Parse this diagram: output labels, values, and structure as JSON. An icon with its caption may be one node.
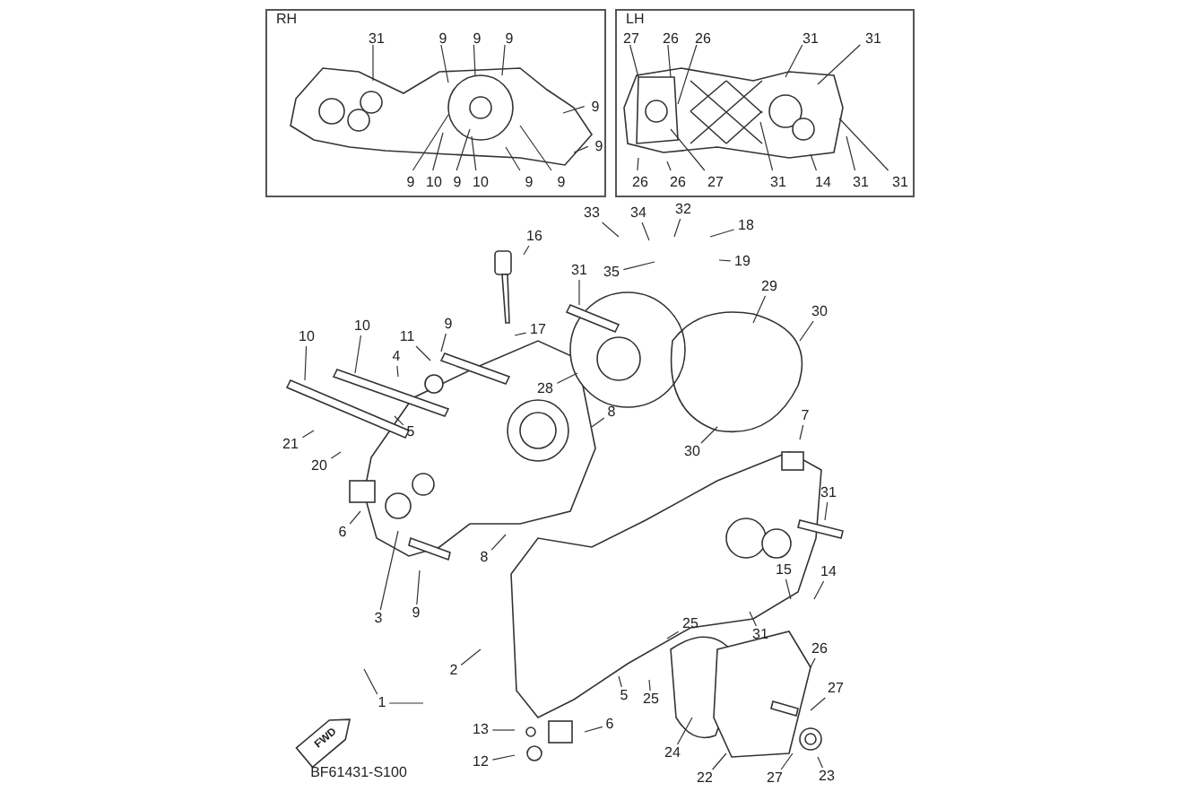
{
  "diagram": {
    "nodes": [
      {
        "text": [
          "RH"
        ]
      },
      {
        "text": [
          "LH"
        ]
      },
      {
        "text": [
          "31"
        ],
        "in": 0
      },
      {
        "text": [
          "9"
        ],
        "in": 0
      },
      {
        "text": [
          "9"
        ],
        "in": 0
      },
      {
        "text": [
          "9"
        ],
        "in": 0
      },
      {
        "text": [
          "9"
        ],
        "in": 0
      },
      {
        "text": [
          "9"
        ],
        "in": 0
      },
      {
        "text": [
          "9"
        ],
        "in": 0
      },
      {
        "text": [
          "10"
        ],
        "in": 0
      },
      {
        "text": [
          "9"
        ],
        "in": 0
      },
      {
        "text": [
          "10"
        ],
        "in": 0
      },
      {
        "text": [
          "9"
        ],
        "in": 0
      },
      {
        "text": [
          "9"
        ],
        "in": 0
      },
      {
        "text": [
          "27"
        ],
        "in": 1
      },
      {
        "text": [
          "26"
        ],
        "in": 1
      },
      {
        "text": [
          "26"
        ],
        "in": 1
      },
      {
        "text": [
          "31"
        ],
        "in": 1
      },
      {
        "text": [
          "31"
        ],
        "in": 1
      },
      {
        "text": [
          "26"
        ],
        "in": 1
      },
      {
        "text": [
          "26"
        ],
        "in": 1
      },
      {
        "text": [
          "27"
        ],
        "in": 1
      },
      {
        "text": [
          "31"
        ],
        "in": 1
      },
      {
        "text": [
          "14"
        ],
        "in": 1
      },
      {
        "text": [
          "31"
        ],
        "in": 1
      },
      {
        "text": [
          "31"
        ],
        "in": 1
      },
      {
        "text": [
          "16"
        ]
      },
      {
        "text": [
          "33"
        ]
      },
      {
        "text": [
          "34"
        ]
      },
      {
        "text": [
          "32"
        ]
      },
      {
        "text": [
          "18"
        ]
      },
      {
        "text": [
          "19"
        ]
      },
      {
        "text": [
          "31"
        ]
      },
      {
        "text": [
          "35"
        ]
      },
      {
        "text": [
          "29"
        ]
      },
      {
        "text": [
          "30"
        ]
      },
      {
        "text": [
          "17"
        ]
      },
      {
        "text": [
          "10"
        ]
      },
      {
        "text": [
          "10"
        ]
      },
      {
        "text": [
          "11"
        ]
      },
      {
        "text": [
          "9"
        ]
      },
      {
        "text": [
          "4"
        ]
      },
      {
        "text": [
          "28"
        ]
      },
      {
        "text": [
          "8"
        ]
      },
      {
        "text": [
          "5"
        ]
      },
      {
        "text": [
          "21"
        ]
      },
      {
        "text": [
          "20"
        ]
      },
      {
        "text": [
          "30"
        ]
      },
      {
        "text": [
          "7"
        ]
      },
      {
        "text": [
          "6"
        ]
      },
      {
        "text": [
          "31"
        ]
      },
      {
        "text": [
          "8"
        ]
      },
      {
        "text": [
          "9"
        ]
      },
      {
        "text": [
          "3"
        ]
      },
      {
        "text": [
          "1"
        ]
      },
      {
        "text": [
          "2"
        ]
      },
      {
        "text": [
          "15"
        ]
      },
      {
        "text": [
          "14"
        ]
      },
      {
        "text": [
          "31"
        ]
      },
      {
        "text": [
          "25"
        ]
      },
      {
        "text": [
          "26"
        ]
      },
      {
        "text": [
          "5"
        ]
      },
      {
        "text": [
          "25"
        ]
      },
      {
        "text": [
          "27"
        ]
      },
      {
        "text": [
          "6"
        ]
      },
      {
        "text": [
          "13"
        ]
      },
      {
        "text": [
          "12"
        ]
      },
      {
        "text": [
          "24"
        ]
      },
      {
        "text": [
          "22"
        ]
      },
      {
        "text": [
          "27"
        ]
      },
      {
        "text": [
          "23"
        ]
      }
    ],
    "edges": [
      {
        "from": 2,
        "to": null,
        "arrow": "none"
      },
      {
        "from": 3,
        "to": null,
        "arrow": "none"
      },
      {
        "from": 4,
        "to": null,
        "arrow": "none"
      },
      {
        "from": 5,
        "to": null,
        "arrow": "none"
      },
      {
        "from": 6,
        "to": null,
        "arrow": "none"
      },
      {
        "from": 7,
        "to": null,
        "arrow": "none"
      },
      {
        "from": 8,
        "to": null,
        "arrow": "none"
      },
      {
        "from": 9,
        "to": null,
        "arrow": "none"
      },
      {
        "from": 10,
        "to": null,
        "arrow": "none"
      },
      {
        "from": 11,
        "to": null,
        "arrow": "none"
      },
      {
        "from": 12,
        "to": null,
        "arrow": "none"
      },
      {
        "from": 13,
        "to": null,
        "arrow": "none"
      },
      {
        "from": 14,
        "to": null,
        "arrow": "none"
      },
      {
        "from": 15,
        "to": null,
        "arrow": "none"
      },
      {
        "from": 16,
        "to": null,
        "arrow": "none"
      },
      {
        "from": 17,
        "to": null,
        "arrow": "none"
      },
      {
        "from": 18,
        "to": null,
        "arrow": "none"
      },
      {
        "from": 19,
        "to": null,
        "arrow": "none"
      },
      {
        "from": 20,
        "to": null,
        "arrow": "none"
      },
      {
        "from": 21,
        "to": null,
        "arrow": "none"
      },
      {
        "from": 22,
        "to": null,
        "arrow": "none"
      },
      {
        "from": 23,
        "to": null,
        "arrow": "none"
      },
      {
        "from": 24,
        "to": null,
        "arrow": "none"
      },
      {
        "from": 25,
        "to": null,
        "arrow": "none"
      },
      {
        "from": 26,
        "to": null,
        "arrow": "none"
      },
      {
        "from": 27,
        "to": null,
        "arrow": "none"
      },
      {
        "from": 28,
        "to": null,
        "arrow": "none"
      },
      {
        "from": 29,
        "to": null,
        "arrow": "none"
      },
      {
        "from": 30,
        "to": null,
        "arrow": "none"
      },
      {
        "from": 31,
        "to": null,
        "arrow": "none"
      },
      {
        "from": 32,
        "to": null,
        "arrow": "none"
      },
      {
        "from": 33,
        "to": null,
        "arrow": "none"
      },
      {
        "from": 34,
        "to": null,
        "arrow": "none"
      },
      {
        "from": 35,
        "to": null,
        "arrow": "none"
      },
      {
        "from": 36,
        "to": null,
        "arrow": "none"
      },
      {
        "from": 37,
        "to": null,
        "arrow": "none"
      },
      {
        "from": 38,
        "to": null,
        "arrow": "none"
      },
      {
        "from": 39,
        "to": null,
        "arrow": "none"
      },
      {
        "from": 40,
        "to": null,
        "arrow": "none"
      },
      {
        "from": 41,
        "to": null,
        "arrow": "none"
      },
      {
        "from": 42,
        "to": null,
        "arrow": "none"
      },
      {
        "from": 43,
        "to": null,
        "arrow": "none"
      },
      {
        "from": 44,
        "to": null,
        "arrow": "none"
      },
      {
        "from": 45,
        "to": null,
        "arrow": "none"
      },
      {
        "from": 46,
        "to": null,
        "arrow": "none"
      },
      {
        "from": 47,
        "to": null,
        "arrow": "none"
      },
      {
        "from": 48,
        "to": null,
        "arrow": "none"
      },
      {
        "from": 49,
        "to": null,
        "arrow": "none"
      },
      {
        "from": 50,
        "to": null,
        "arrow": "none"
      },
      {
        "from": 51,
        "to": null,
        "arrow": "none"
      },
      {
        "from": 52,
        "to": null,
        "arrow": "none"
      },
      {
        "from": 53,
        "to": null,
        "arrow": "none"
      },
      {
        "from": 54,
        "to": null,
        "arrow": "none"
      },
      {
        "from": 55,
        "to": null,
        "arrow": "none"
      },
      {
        "from": 56,
        "to": null,
        "arrow": "none"
      },
      {
        "from": 57,
        "to": null,
        "arrow": "none"
      },
      {
        "from": 58,
        "to": null,
        "arrow": "none"
      },
      {
        "from": 59,
        "to": null,
        "arrow": "none"
      },
      {
        "from": 60,
        "to": null,
        "arrow": "none"
      },
      {
        "from": 61,
        "to": null,
        "arrow": "none"
      },
      {
        "from": 62,
        "to": null,
        "arrow": "none"
      },
      {
        "from": 63,
        "to": null,
        "arrow": "none"
      },
      {
        "from": 64,
        "to": null,
        "arrow": "none"
      },
      {
        "from": 65,
        "to": null,
        "arrow": "none"
      },
      {
        "from": 66,
        "to": null,
        "arrow": "none"
      },
      {
        "from": 67,
        "to": null,
        "arrow": "none"
      },
      {
        "from": 68,
        "to": null,
        "arrow": "none"
      },
      {
        "from": 69,
        "to": null,
        "arrow": "none"
      },
      {
        "from": 70,
        "to": null,
        "arrow": "none"
      },
      {
        "from": 54,
        "to": null,
        "arrow": "none"
      }
    ],
    "labels": [
      "FWD",
      "BF61431-S100"
    ]
  }
}
